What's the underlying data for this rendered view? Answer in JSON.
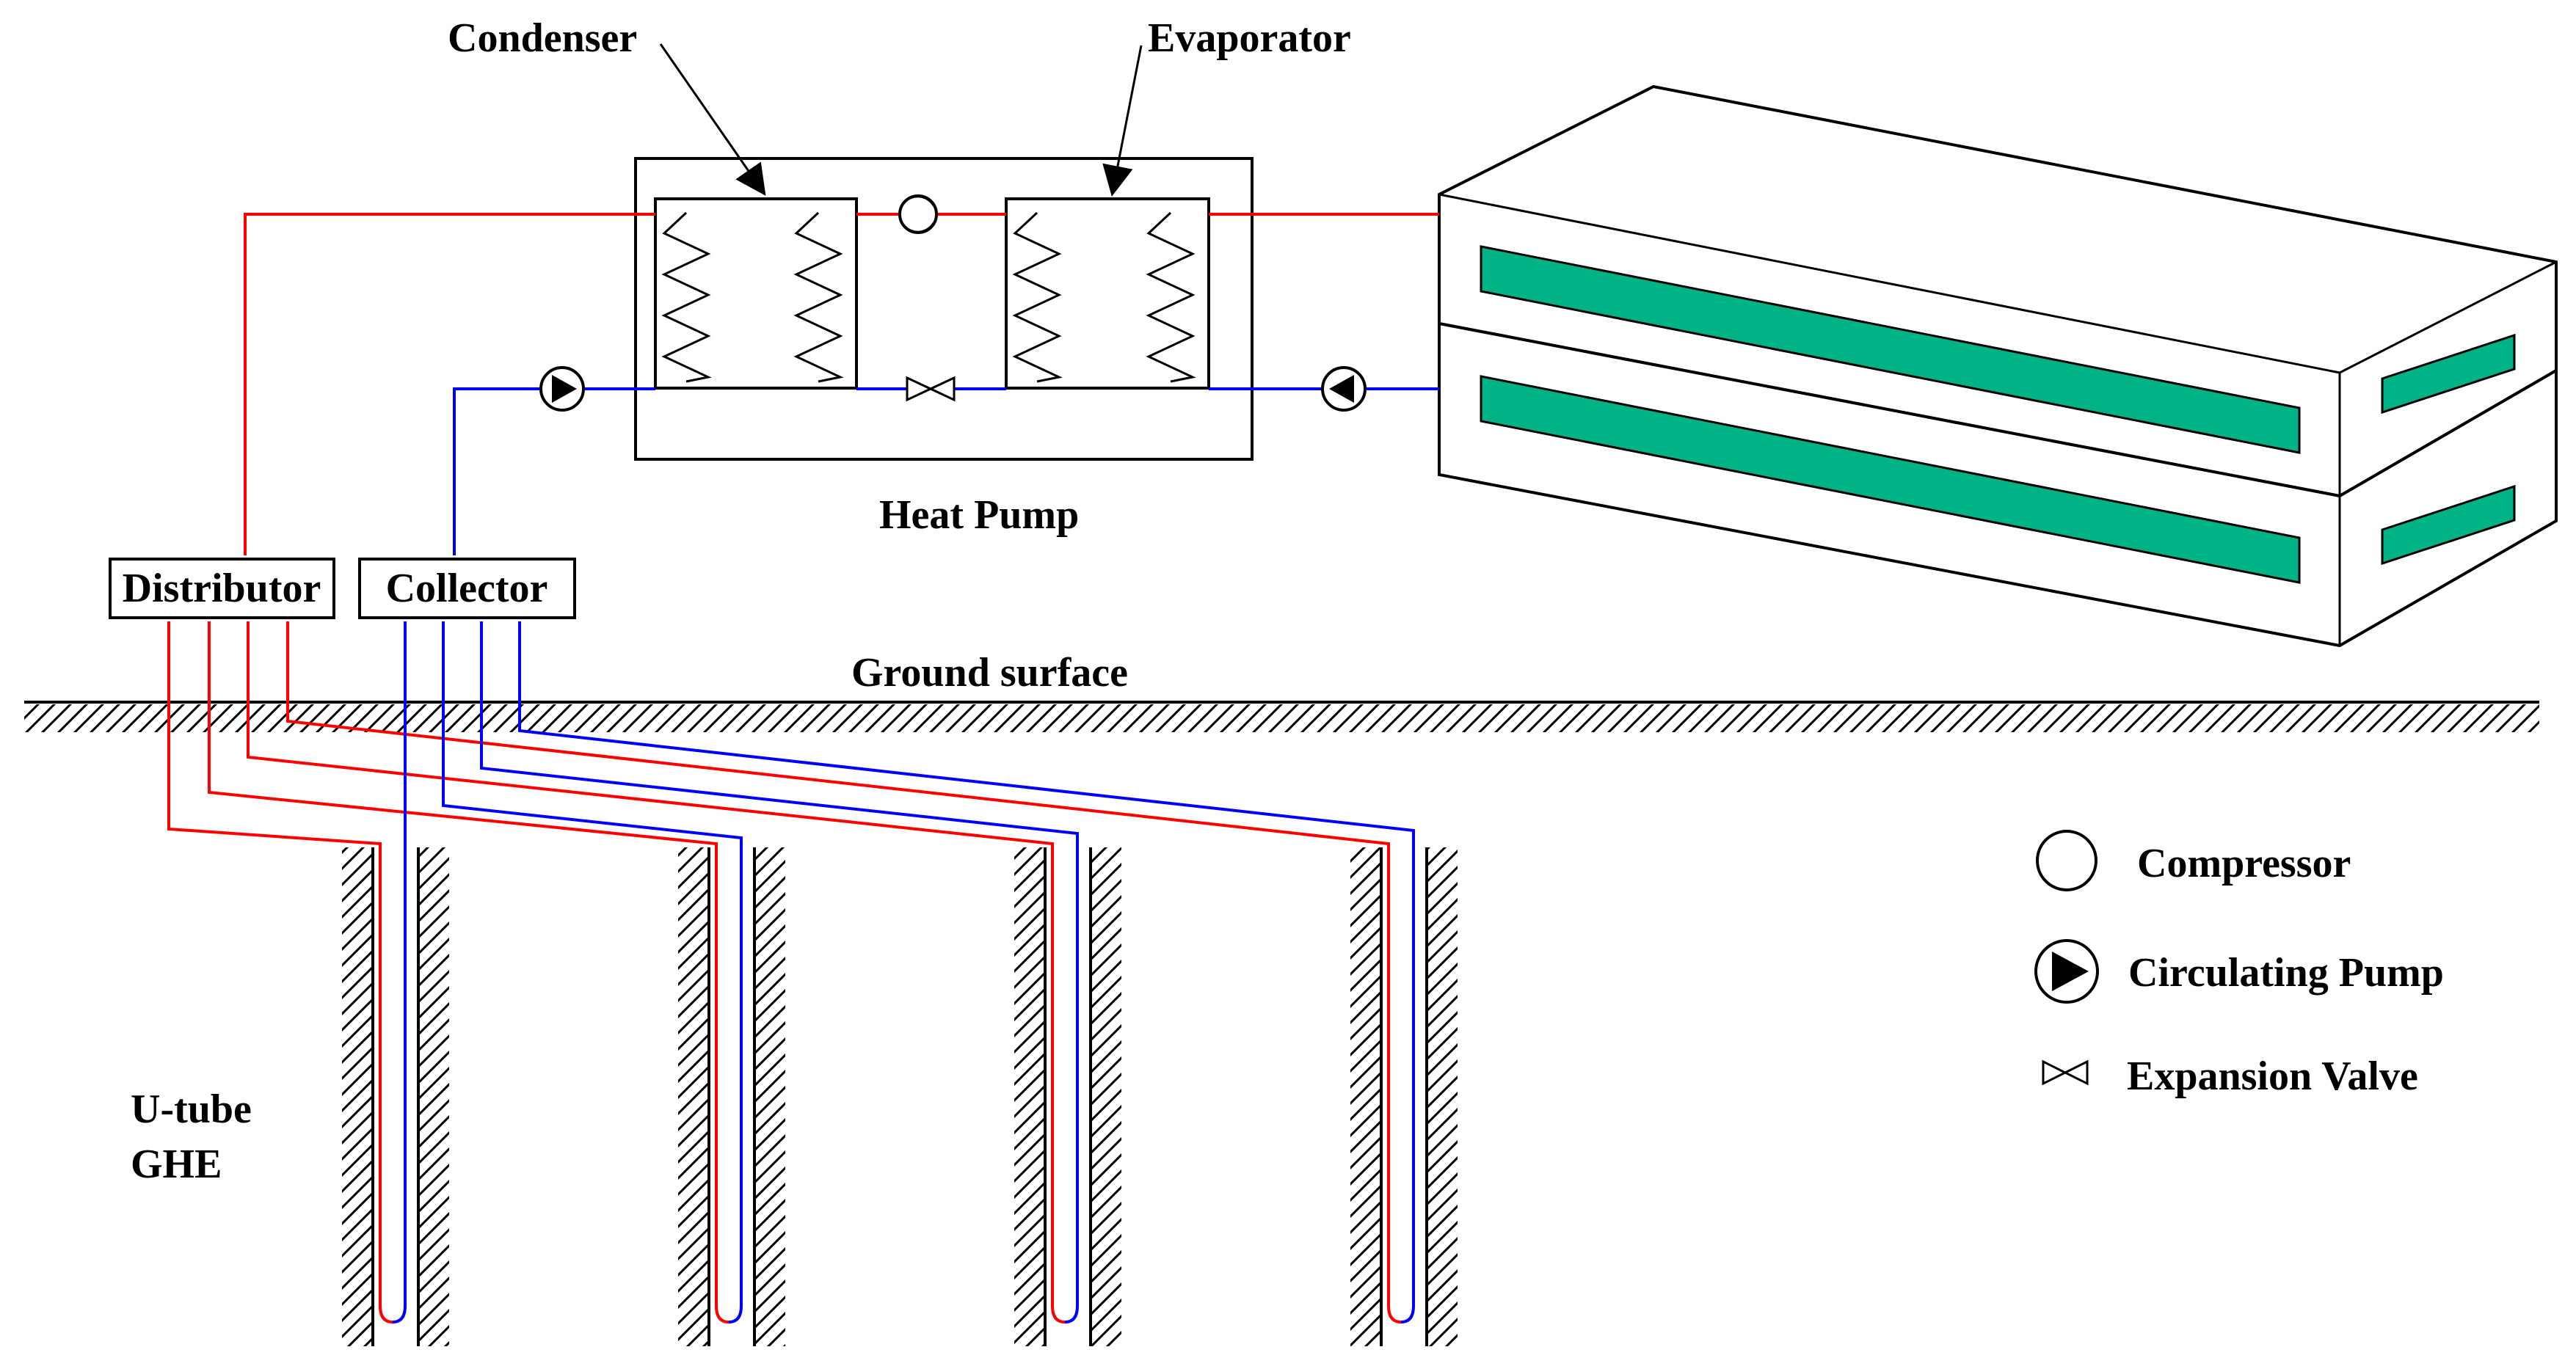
{
  "labels": {
    "condenser": "Condenser",
    "evaporator": "Evaporator",
    "heat_pump": "Heat Pump",
    "distributor": "Distributor",
    "collector": "Collector",
    "ground_surface": "Ground surface",
    "ghe_line1": "U-tube",
    "ghe_line2": "GHE"
  },
  "legend": [
    {
      "label": "Compressor",
      "icon": "compressor-icon"
    },
    {
      "label": "Circulating Pump",
      "icon": "circulating-pump-icon"
    },
    {
      "label": "Expansion Valve",
      "icon": "expansion-valve-icon"
    }
  ],
  "colors": {
    "supply_pipe": "#ff0000",
    "return_pipe": "#0000ff",
    "building_window": "#00b386",
    "line": "#000000"
  }
}
